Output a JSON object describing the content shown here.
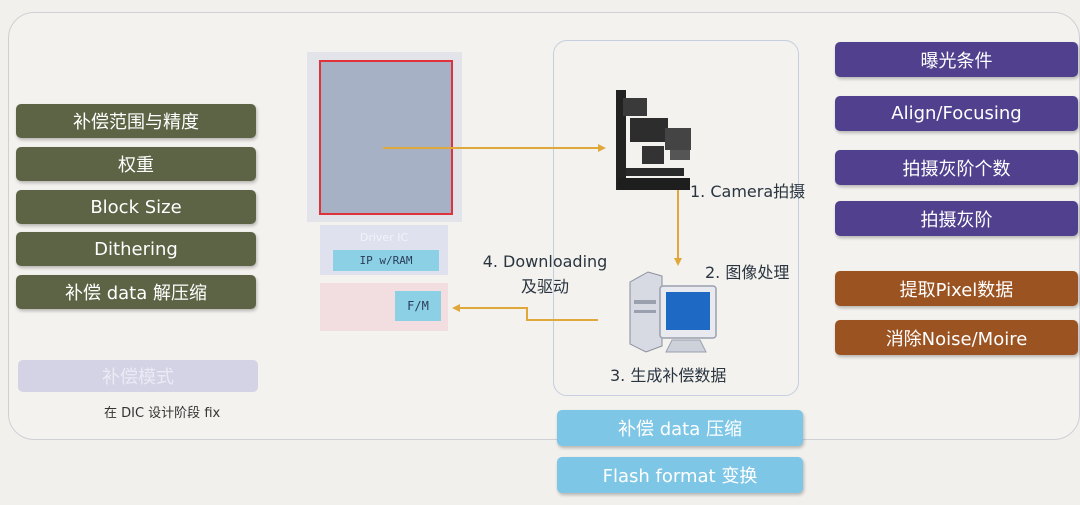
{
  "left_params": [
    "补偿范围与精度",
    "权重",
    "Block Size",
    "Dithering",
    "补偿 data 解压缩"
  ],
  "mode": {
    "label": "补偿模式",
    "note": "在 DIC 设计阶段 fix"
  },
  "device": {
    "driver_ic": "Driver IC",
    "ip_ram": "IP w/RAM",
    "fm": "F/M"
  },
  "steps": {
    "step1": "1. Camera拍摄",
    "step2": "2. 图像处理",
    "step3": "3. 生成补偿数据",
    "step4_line1": "4. Downloading",
    "step4_line2": "及驱动"
  },
  "bottom_actions": [
    "补偿 data 压缩",
    "Flash format 变换"
  ],
  "right_camera_params": [
    "曝光条件",
    "Align/Focusing",
    "拍摄灰阶个数",
    "拍摄灰阶"
  ],
  "right_processing_params": [
    "提取Pixel数据",
    "消除Noise/Moire"
  ],
  "colors": {
    "olive": "#5d6445",
    "purple": "#51408e",
    "brown": "#9c5322",
    "cyan": "#7ec6e6",
    "arrow": "#e0a83a",
    "panel_red": "#e0323a"
  }
}
